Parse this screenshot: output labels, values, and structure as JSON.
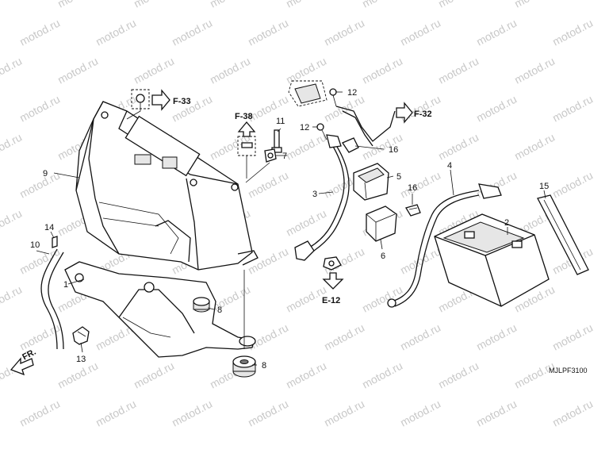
{
  "watermark": {
    "text": "motod.ru"
  },
  "diagram_code": "MJLPF3100",
  "front_marker": "FR.",
  "callouts": [
    "1",
    "2",
    "3",
    "4",
    "5",
    "6",
    "7",
    "8",
    "8",
    "9",
    "10",
    "11",
    "12",
    "12",
    "13",
    "14",
    "15",
    "16",
    "16"
  ],
  "references": [
    "F-33",
    "F-38",
    "F-32",
    "E-12"
  ]
}
